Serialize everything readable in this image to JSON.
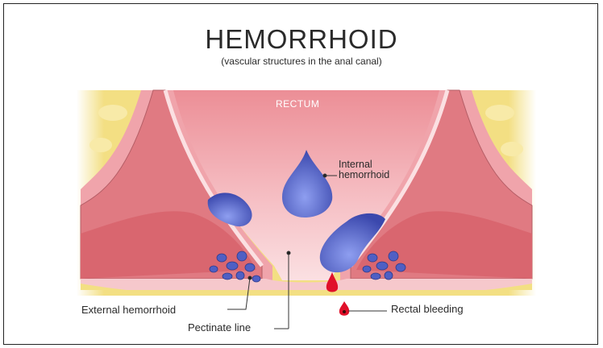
{
  "diagram": {
    "title": "HEMORRHOID",
    "subtitle": "(vascular structures in the anal canal)",
    "labels": {
      "rectum": "RECTUM",
      "internal_line1": "Internal",
      "internal_line2": "hemorrhoid",
      "external": "External hemorrhoid",
      "pectinate": "Pectinate line",
      "bleeding": "Rectal bleeding"
    },
    "colors": {
      "mucosa": "#f3b0b8",
      "muscle": "#e07a82",
      "fat": "#f3df83",
      "vein": "#4f5fc4",
      "blood": "#e0102a"
    }
  }
}
